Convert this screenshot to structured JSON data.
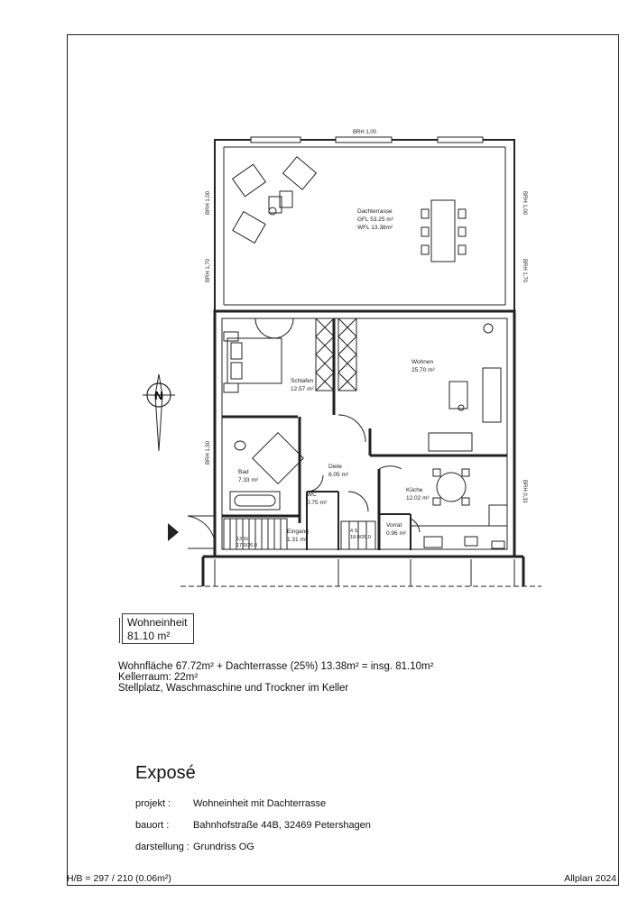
{
  "plan": {
    "brh_top": "BRH 1,00",
    "brh_left_upper": "BRH 1,00",
    "brh_left_lower": "BRH 1,70",
    "brh_right_upper": "BRH 1,00",
    "brh_right_lower": "BRH 1,70",
    "brh_left_bad": "BRH 1,50",
    "brh_right_kueche": "BRH 0,31",
    "rooms": {
      "dachterrasse": {
        "name": "Dachterrasse",
        "gfl": "GFL 53.25 m²",
        "wfl": "WFL 13.38m²"
      },
      "schlafen": {
        "name": "Schlafen",
        "area": "12.57 m²"
      },
      "wohnen": {
        "name": "Wohnen",
        "area": "25.70 m²"
      },
      "bad": {
        "name": "Bad",
        "area": "7.33 m²"
      },
      "diele": {
        "name": "Diele",
        "area": "8.05 m²"
      },
      "kueche": {
        "name": "Küche",
        "area": "12.02 m²"
      },
      "wc": {
        "name": "WC",
        "area": "0.75 m²"
      },
      "eingang": {
        "name": "Eingang",
        "area": "1.31 m²"
      },
      "vorrat": {
        "name": "Vorrat",
        "area": "0.96 m²"
      }
    },
    "stair_left": "13 St\n17.0/26.0",
    "stair_right": "4 St\n18.0/26.0",
    "north_letter": "N"
  },
  "unit_box": {
    "line1": "Wohneinheit",
    "line2": "81.10 m²"
  },
  "summary": {
    "line1": "Wohnfläche 67.72m² + Dachterrasse (25%) 13.38m² = insg. 81.10m²",
    "line2": "Kellerraum: 22m²",
    "line3": "Stellplatz, Waschmaschine und Trockner im Keller"
  },
  "expose": {
    "title": "Exposé",
    "projekt_label": "projekt :",
    "projekt_value": "Wohneinheit mit Dachterrasse",
    "bauort_label": "bauort :",
    "bauort_value": "Bahnhofstraße 44B, 32469 Petershagen",
    "darstellung_label": "darstellung :",
    "darstellung_value": "Grundriss OG"
  },
  "footer": {
    "left": "H/B = 297 / 210 (0.06m²)",
    "right": "Allplan 2024"
  }
}
